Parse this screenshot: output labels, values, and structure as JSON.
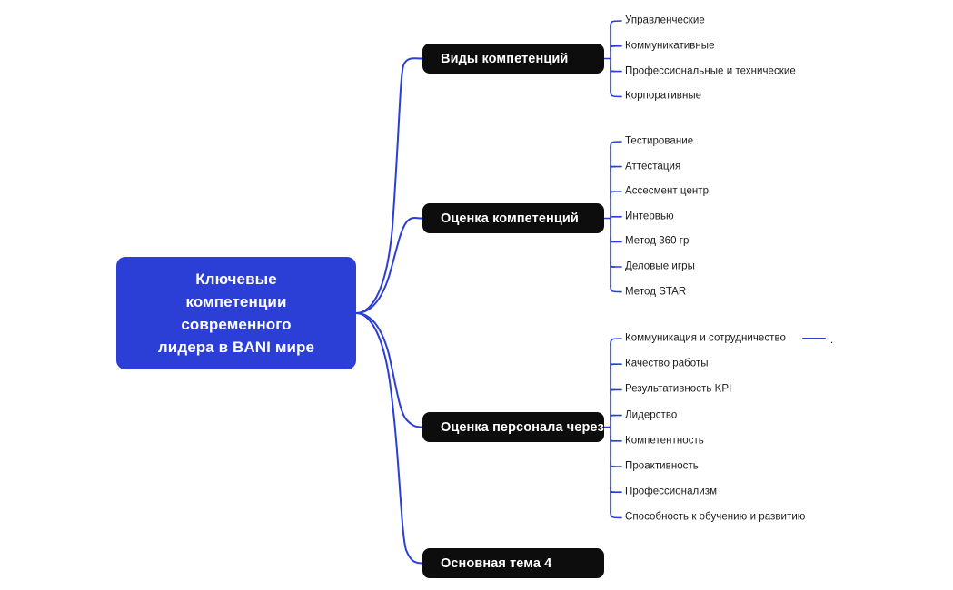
{
  "mindmap": {
    "root": {
      "label": "Ключевые компетенции современного лидера в BANI мире",
      "lines": [
        "Ключевые",
        "компетенции",
        "современного",
        "лидера в BANI мире"
      ],
      "color": "#2b3ed6",
      "text_color": "#ffffff"
    },
    "node_color": "#0d0d0d",
    "node_text_color": "#ffffff",
    "connector_color": "#2b3ed6",
    "leaf_text_color": "#1b1b1b",
    "stub_marker": ".",
    "branches": [
      {
        "label": "Виды компетенций",
        "leaves": [
          "Управленческие",
          "Коммуникативные",
          "Профессиональные и технические",
          "Корпоративные"
        ]
      },
      {
        "label": "Оценка компетенций",
        "leaves": [
          "Тестирование",
          "Аттестация",
          "Ассесмент центр",
          "Интервью",
          "Метод 360 гр",
          "Деловые игры",
          "Метод STAR"
        ]
      },
      {
        "label": "Оценка персонала через",
        "leaves": [
          "Коммуникация и сотрудничество",
          "Качество работы",
          "Результативность KPI",
          "Лидерство",
          "Компетентность",
          "Проактивность",
          "Профессионализм",
          "Способность к обучению и развитию"
        ]
      },
      {
        "label": "Основная тема 4",
        "leaves": []
      }
    ]
  }
}
